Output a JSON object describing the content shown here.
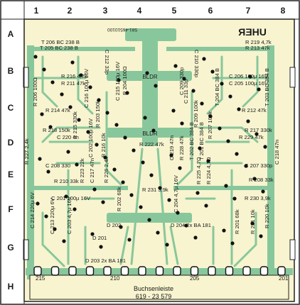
{
  "colors": {
    "board": "#f7f4cf",
    "trace": "#88c79b",
    "ink": "#1a1a1a",
    "frame": "#222222"
  },
  "grid": {
    "columns": [
      "1",
      "2",
      "3",
      "4",
      "5",
      "6",
      "7",
      "8"
    ],
    "rows": [
      "A",
      "B",
      "C",
      "D",
      "E",
      "F",
      "G",
      "H"
    ]
  },
  "board_marks": {
    "part_no": "581-46510100",
    "maker": "UHER"
  },
  "connector": {
    "title": "Buchsenleiste",
    "number": "619 - 23 579",
    "pin_labels": [
      "215",
      "210",
      "205",
      "201"
    ]
  },
  "nets": [
    "BLDR",
    "BLDR"
  ],
  "components": [
    {
      "ref": "T 206",
      "val": "BC 238 B"
    },
    {
      "ref": "T 205",
      "val": "BC 238 B"
    },
    {
      "ref": "R 219",
      "val": "4,7k"
    },
    {
      "ref": "R 213",
      "val": "47k"
    },
    {
      "ref": "R 216",
      "val": "4,7k"
    },
    {
      "ref": "R 211",
      "val": "47k"
    },
    {
      "ref": "C 206",
      "val": "100µ 16V"
    },
    {
      "ref": "C 205",
      "val": "100µ 16V"
    },
    {
      "ref": "C 212",
      "val": "33p"
    },
    {
      "ref": "C 210",
      "val": "330p"
    },
    {
      "ref": "R 206",
      "val": "100Ω"
    },
    {
      "ref": "C 216",
      "val": "100µ 16V"
    },
    {
      "ref": "C 215",
      "val": "100µ 16V"
    },
    {
      "ref": "R 204",
      "val": "100Ω"
    },
    {
      "ref": "C 209",
      "val": "330p"
    },
    {
      "ref": "C 211",
      "val": "33p"
    },
    {
      "ref": "T 204",
      "val": "BC 384 B"
    },
    {
      "ref": "T 203",
      "val": "BC 384 B"
    },
    {
      "ref": "R 214",
      "val": "47k"
    },
    {
      "ref": "R 212",
      "val": "47k"
    },
    {
      "ref": "R 218",
      "val": "150k"
    },
    {
      "ref": "R 217",
      "val": "330k"
    },
    {
      "ref": "R 215",
      "val": "330k"
    },
    {
      "ref": "R 203",
      "val": "150k"
    },
    {
      "ref": "R 209",
      "val": "100k"
    },
    {
      "ref": "R 207",
      "val": "100k"
    },
    {
      "ref": "C 220",
      "val": "4n"
    },
    {
      "ref": "R 229",
      "val": "47k"
    },
    {
      "ref": "C 202",
      "val": "100µ 16V"
    },
    {
      "ref": "R 216",
      "val": "10k"
    },
    {
      "ref": "R 222",
      "val": "47k"
    },
    {
      "ref": "C 219",
      "val": "47n"
    },
    {
      "ref": "R 228",
      "val": "47k"
    },
    {
      "ref": "T 202",
      "val": "BC 384 B"
    },
    {
      "ref": "T 201",
      "val": "BC 384 B"
    },
    {
      "ref": "C 208",
      "val": "330"
    },
    {
      "ref": "C 207",
      "val": "330p"
    },
    {
      "ref": "R 227",
      "val": "2,4k"
    },
    {
      "ref": "C 218",
      "val": "47n"
    },
    {
      "ref": "R 223",
      "val": "22k"
    },
    {
      "ref": "C 217",
      "val": "47n"
    },
    {
      "ref": "R 226",
      "val": "2,4k"
    },
    {
      "ref": "R 225",
      "val": "4,7Ω"
    },
    {
      "ref": "R 224",
      "val": "4,7Ω"
    },
    {
      "ref": "R 210",
      "val": "33k"
    },
    {
      "ref": "R 208",
      "val": "33k"
    },
    {
      "ref": "C 201",
      "val": "100µ 16V"
    },
    {
      "ref": "R 230",
      "val": "3,9k"
    },
    {
      "ref": "R 231",
      "val": "3,9k"
    },
    {
      "ref": "R 202",
      "val": "68k"
    },
    {
      "ref": "C 204",
      "val": "4,7µ 16V"
    },
    {
      "ref": "C 214",
      "val": "220µ 6V"
    },
    {
      "ref": "C 213",
      "val": "220µ 6V"
    },
    {
      "ref": "C 203",
      "val": "4,7µ 16V"
    },
    {
      "ref": "R 201",
      "val": "68k"
    },
    {
      "ref": "R 221",
      "val": "10k"
    },
    {
      "ref": "R 220",
      "val": "10k"
    },
    {
      "ref": "D 202",
      "val": ""
    },
    {
      "ref": "D 204",
      "val": "2x BA 181"
    },
    {
      "ref": "D 201",
      "val": ""
    },
    {
      "ref": "D 203",
      "val": "2x BA 181"
    }
  ]
}
